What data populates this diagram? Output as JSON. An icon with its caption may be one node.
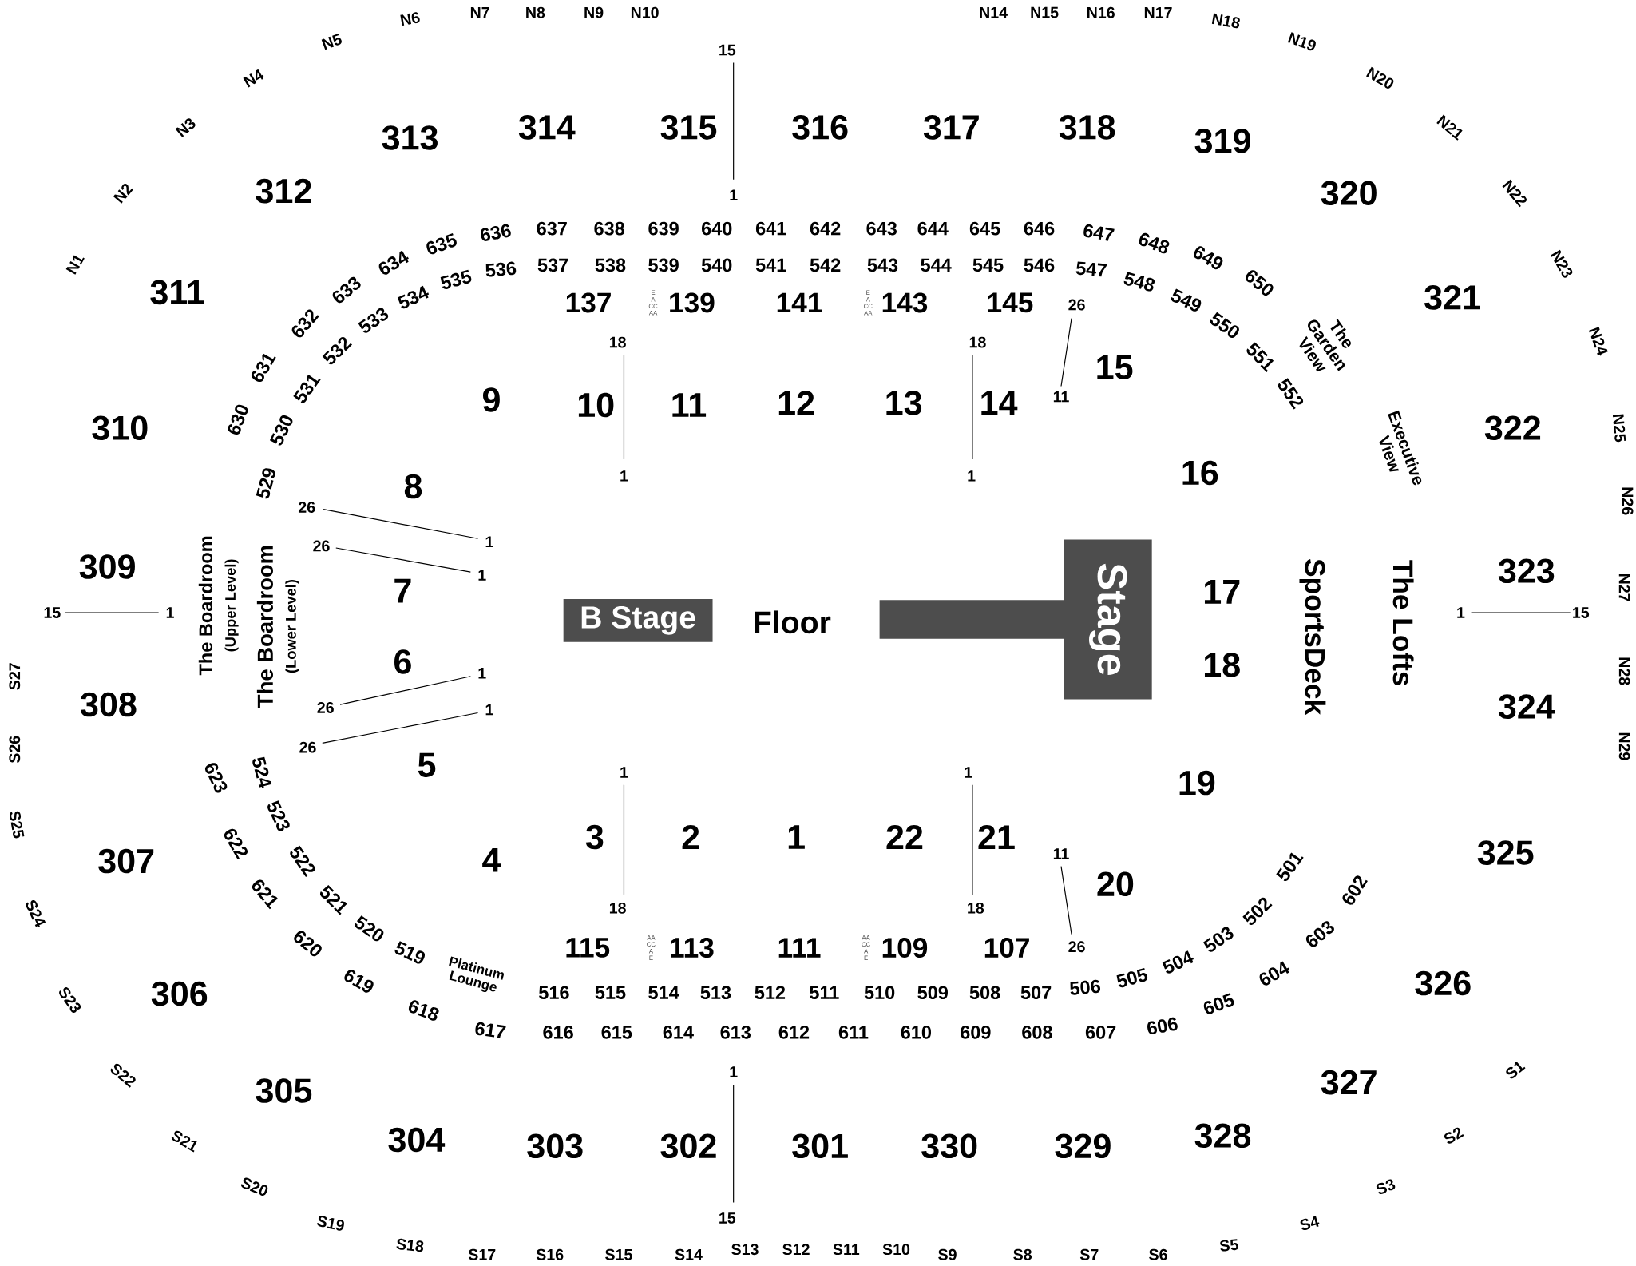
{
  "diagram": {
    "nodes": [
      {
        "text": [
          "B Stage"
        ]
      },
      {
        "text": [
          "Stage"
        ]
      },
      {
        "text": [],
        "shape": "bar"
      }
    ],
    "labels": [
      "N1",
      "N2",
      "N3",
      "N4",
      "N5",
      "N6",
      "N7",
      "N8",
      "N9",
      "N10",
      "N14",
      "N15",
      "N16",
      "N17",
      "N18",
      "N19",
      "N20",
      "N21",
      "N22",
      "N23",
      "N24",
      "N25",
      "N26",
      "N27",
      "N28",
      "N29",
      "S27",
      "S26",
      "S25",
      "S24",
      "S23",
      "S22",
      "S21",
      "S20",
      "S19",
      "S18",
      "S17",
      "S16",
      "S15",
      "S14",
      "S13",
      "S12",
      "S11",
      "S10",
      "S9",
      "S8",
      "S7",
      "S6",
      "S5",
      "S4",
      "S3",
      "S2",
      "S1",
      "312",
      "313",
      "314",
      "315",
      "316",
      "317",
      "318",
      "319",
      "320",
      "311",
      "321",
      "310",
      "322",
      "309",
      "323",
      "308",
      "324",
      "307",
      "325",
      "306",
      "326",
      "305",
      "327",
      "304",
      "303",
      "302",
      "301",
      "330",
      "329",
      "328",
      "15",
      "1",
      "15",
      "1",
      "1",
      "15",
      "1",
      "15",
      "630",
      "631",
      "632",
      "633",
      "634",
      "635",
      "636",
      "637",
      "638",
      "639",
      "640",
      "641",
      "642",
      "643",
      "644",
      "645",
      "646",
      "647",
      "648",
      "649",
      "650",
      "529",
      "530",
      "531",
      "532",
      "533",
      "534",
      "535",
      "536",
      "537",
      "538",
      "539",
      "540",
      "541",
      "542",
      "543",
      "544",
      "545",
      "546",
      "547",
      "548",
      "549",
      "550",
      "551",
      "552",
      "The Garden View",
      "Executive View",
      "137",
      "E A CC AA",
      "139",
      "141",
      "E A CC AA",
      "143",
      "145",
      "115",
      "AA CC A E",
      "113",
      "111",
      "AA CC A E",
      "109",
      "107",
      "18",
      "1",
      "18",
      "1",
      "26",
      "11",
      "1",
      "18",
      "1",
      "18",
      "11",
      "26",
      "26",
      "26",
      "1",
      "1",
      "1",
      "26",
      "1",
      "26",
      "9",
      "10",
      "11",
      "12",
      "13",
      "14",
      "15",
      "8",
      "16",
      "7",
      "17",
      "6",
      "18",
      "5",
      "19",
      "4",
      "3",
      "2",
      "1",
      "22",
      "21",
      "20",
      "Floor",
      "The Boardroom",
      "(Upper Level)",
      "The Boardroom",
      "(Lower Level)",
      "SportsDeck",
      "The Lofts",
      "623",
      "622",
      "621",
      "620",
      "619",
      "618",
      "617",
      "616",
      "615",
      "614",
      "613",
      "612",
      "611",
      "610",
      "609",
      "608",
      "607",
      "606",
      "605",
      "604",
      "603",
      "602",
      "524",
      "523",
      "522",
      "521",
      "520",
      "519",
      "Platinum Lounge",
      "516",
      "515",
      "514",
      "513",
      "512",
      "511",
      "510",
      "509",
      "508",
      "507",
      "506",
      "505",
      "504",
      "503",
      "502",
      "501"
    ]
  }
}
